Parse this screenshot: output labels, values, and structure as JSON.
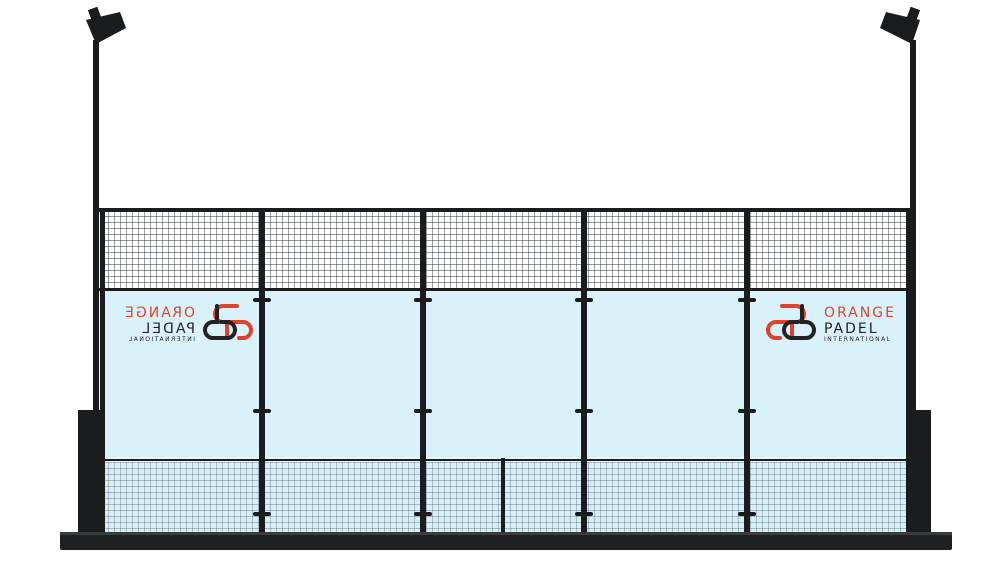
{
  "logos": {
    "right": {
      "line1": "ORANGE",
      "line2": "PADEL",
      "line3": "INTERNATIONAL"
    },
    "left_mirrored": {
      "line1": "ORANGE",
      "line2": "PADEL",
      "line3": "INTERNATIONAL"
    }
  },
  "colors": {
    "frame": "#1a1c1e",
    "glass": "#d9f2f9",
    "mesh": "#2a2d30",
    "brand_orange": "#e1412a",
    "brand_dark": "#222222"
  },
  "icons": {
    "floodlight": "floodlight-icon",
    "logo_mark": "op-interlock-logo-icon"
  }
}
